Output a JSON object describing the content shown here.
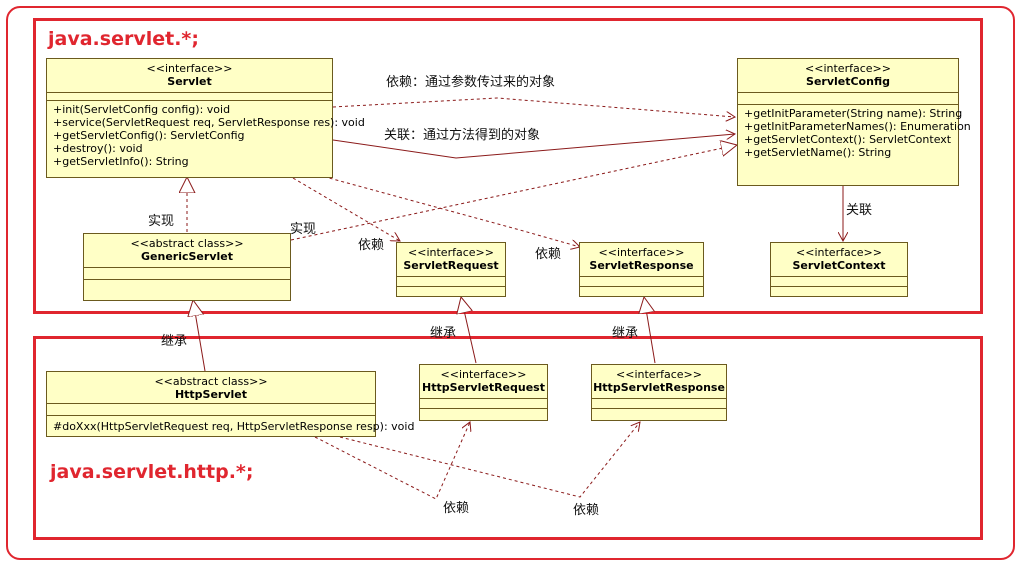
{
  "packages": {
    "servlet": "java.servlet.*;",
    "http": "java.servlet.http.*;"
  },
  "classes": {
    "servlet": {
      "stereotype": "<<interface>>",
      "name": "Servlet",
      "ops": [
        "+init(ServletConfig config): void",
        "+service(ServletRequest req, ServletResponse res): void",
        "+getServletConfig(): ServletConfig",
        "+destroy(): void",
        "+getServletInfo(): String"
      ]
    },
    "servletConfig": {
      "stereotype": "<<interface>>",
      "name": "ServletConfig",
      "ops": [
        "+getInitParameter(String name): String",
        "+getInitParameterNames(): Enumeration",
        "+getServletContext(): ServletContext",
        "+getServletName(): String"
      ]
    },
    "genericServlet": {
      "stereotype": "<<abstract class>>",
      "name": "GenericServlet"
    },
    "servletRequest": {
      "stereotype": "<<interface>>",
      "name": "ServletRequest"
    },
    "servletResponse": {
      "stereotype": "<<interface>>",
      "name": "ServletResponse"
    },
    "servletContext": {
      "stereotype": "<<interface>>",
      "name": "ServletContext"
    },
    "httpServlet": {
      "stereotype": "<<abstract class>>",
      "name": "HttpServlet",
      "ops": [
        "#doXxx(HttpServletRequest req, HttpServletResponse resp): void"
      ]
    },
    "httpServletRequest": {
      "stereotype": "<<interface>>",
      "name": "HttpServletRequest"
    },
    "httpServletResponse": {
      "stereotype": "<<interface>>",
      "name": "HttpServletResponse"
    }
  },
  "labels": {
    "dependParams": "依赖：通过参数传过来的对象",
    "assocMethod": "关联：通过方法得到的对象",
    "assoc": "关联",
    "implement1": "实现",
    "implement2": "实现",
    "depend1": "依赖",
    "depend2": "依赖",
    "inherit1": "继承",
    "inherit2": "继承",
    "inherit3": "继承",
    "depend3": "依赖",
    "depend4": "依赖"
  }
}
